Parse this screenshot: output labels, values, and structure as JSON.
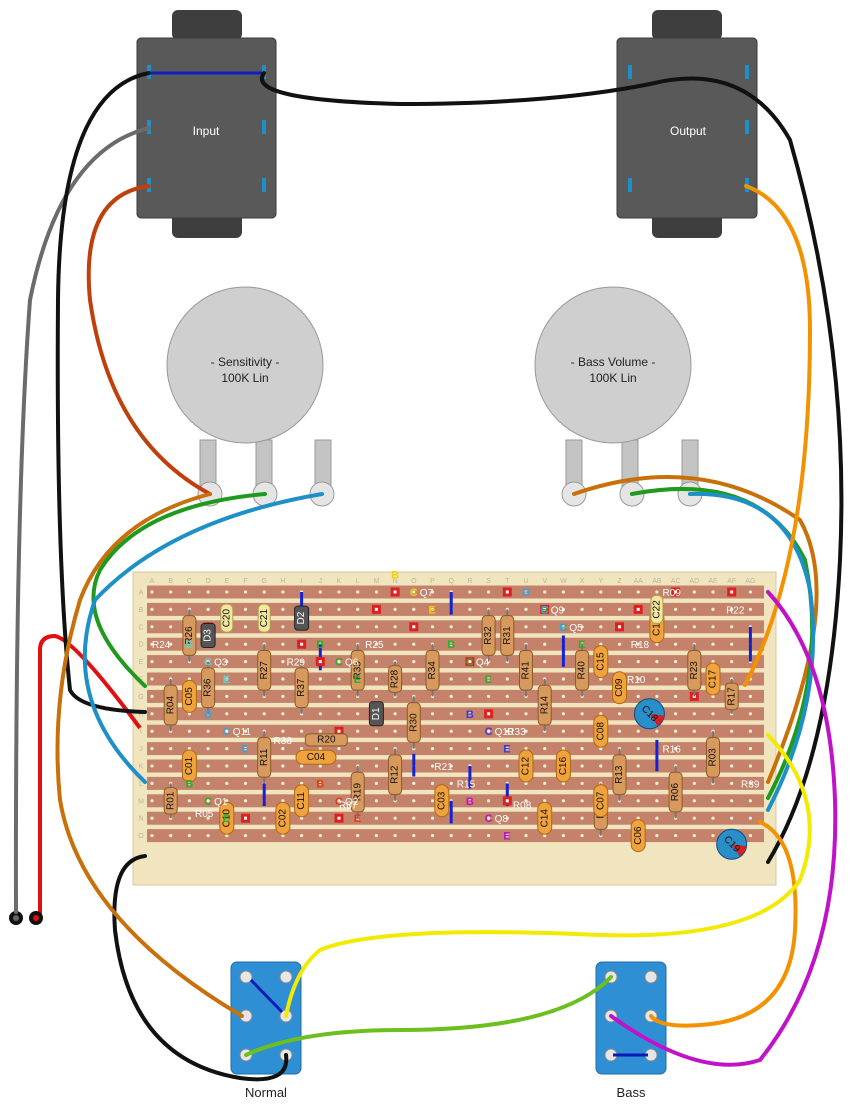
{
  "jacks": {
    "input": "Input",
    "output": "Output"
  },
  "pots": {
    "sensitivity": [
      "- Sensitivity -",
      "100K Lin"
    ],
    "bass_volume": [
      "- Bass Volume -",
      "100K Lin"
    ]
  },
  "switches": {
    "normal": "Normal",
    "bass": "Bass"
  },
  "board": {
    "column_letters": [
      "A",
      "B",
      "C",
      "D",
      "E",
      "F",
      "G",
      "H",
      "I",
      "J",
      "K",
      "L",
      "M",
      "N",
      "O",
      "P",
      "Q",
      "R",
      "S",
      "T",
      "U",
      "V",
      "W",
      "X",
      "Y",
      "Z",
      "AA",
      "AB",
      "AC",
      "AD",
      "AE",
      "AF",
      "AG"
    ],
    "row_letters": [
      "A",
      "B",
      "C",
      "D",
      "E",
      "F",
      "G",
      "H",
      "I",
      "J",
      "K",
      "L",
      "M",
      "N",
      "O"
    ]
  },
  "components": {
    "resistors": [
      "R01",
      "R02",
      "R03",
      "R04",
      "R05",
      "R06",
      "R07",
      "R08",
      "R09",
      "R10",
      "R11",
      "R12",
      "R13",
      "R14",
      "R15",
      "R16",
      "R17",
      "R18",
      "R19",
      "R20",
      "R21",
      "R22",
      "R23",
      "R24",
      "R25",
      "R26",
      "R27",
      "R28",
      "R29",
      "R30",
      "R31",
      "R32",
      "R33",
      "R34",
      "R35",
      "R36",
      "R37",
      "R38",
      "R39",
      "R40",
      "R41"
    ],
    "capacitors": [
      "C01",
      "C02",
      "C03",
      "C04",
      "C05",
      "C06",
      "C07",
      "C08",
      "C09",
      "C10",
      "C11",
      "C12",
      "C13",
      "C14",
      "C15",
      "C16",
      "C17",
      "C18",
      "C19",
      "C20",
      "C21",
      "C22"
    ],
    "diodes": [
      "D1",
      "D2",
      "D3"
    ],
    "transistors": [
      "Q1",
      "Q2",
      "Q3",
      "Q4",
      "Q5",
      "Q6",
      "Q7",
      "Q8",
      "Q9",
      "Q10",
      "Q11"
    ],
    "pin_letters": [
      "B",
      "C",
      "E"
    ]
  },
  "colors": {
    "wire_black": "#111111",
    "wire_gray": "#6b6b6b",
    "wire_red": "#e01010",
    "wire_rust": "#c0400c",
    "wire_brown": "#c8700a",
    "wire_green": "#1f9a1f",
    "wire_blue": "#1e90c8",
    "wire_orange": "#f39200",
    "wire_yellow": "#f2ea00",
    "wire_lime": "#6cc01e",
    "wire_magenta": "#c012c8",
    "board_bg": "#f1e5bf",
    "strip": "#c4826a",
    "pot_body": "#cfcfcf",
    "jack_body": "#555555",
    "switch_body": "#2f8fd4"
  }
}
